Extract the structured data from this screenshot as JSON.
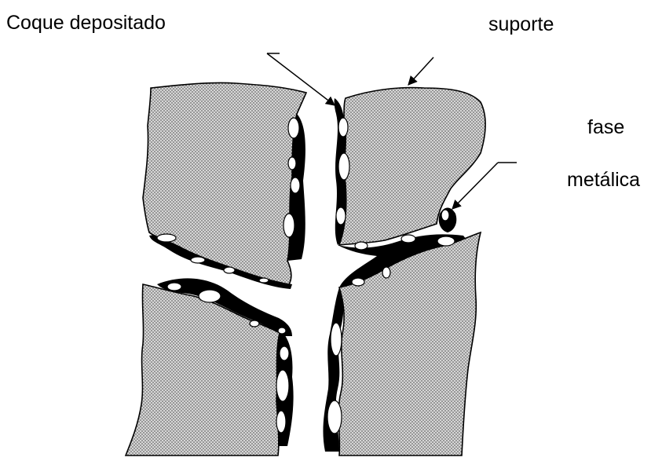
{
  "labels": {
    "deposited_coke": "Coque depositado",
    "support": "suporte",
    "metallic_phase_line1": "fase",
    "metallic_phase_line2": "metálica"
  },
  "colors": {
    "background": "#ffffff",
    "support_fill": "#c8c8c8",
    "coke_fill": "#000000",
    "metal_particle_fill": "#ffffff",
    "outline": "#000000"
  }
}
